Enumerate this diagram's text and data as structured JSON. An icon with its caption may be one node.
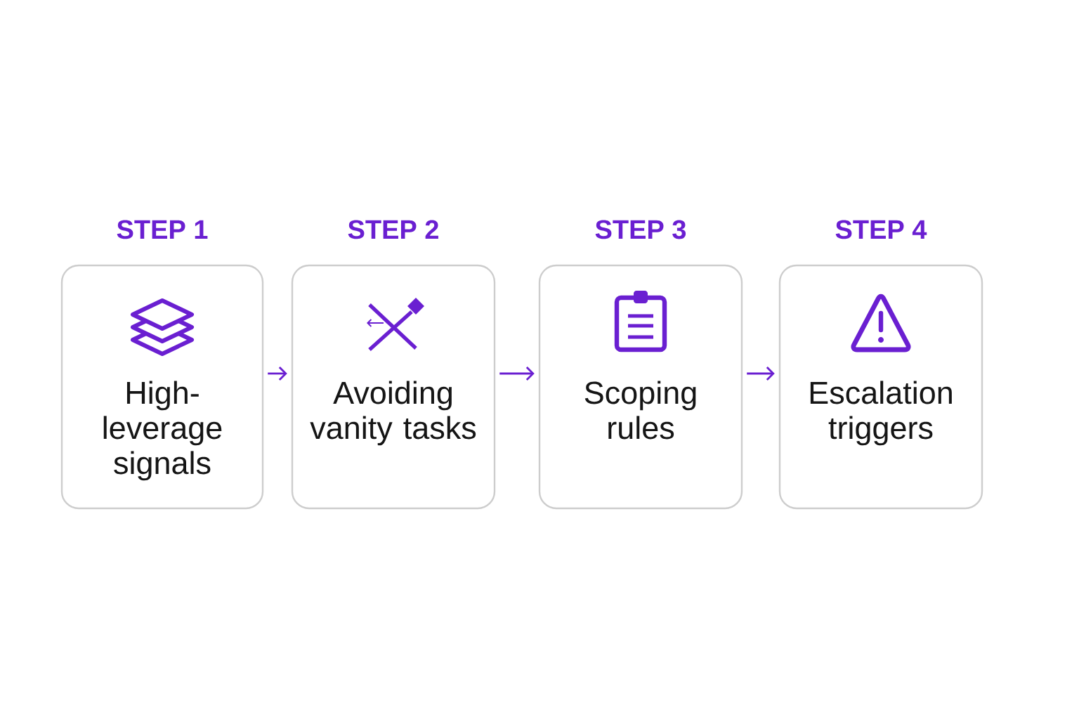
{
  "diagram": {
    "nodes": [
      {
        "text": [
          "STEP 1",
          "High-leverage signals"
        ]
      },
      {
        "text": [
          "STEP 2",
          "Avoiding vanity tasks"
        ]
      },
      {
        "text": [
          "STEP 3",
          "Scoping rules"
        ]
      },
      {
        "text": [
          "STEP 4",
          "Escalation triggers"
        ]
      }
    ],
    "edges": [
      {
        "from": 0,
        "to": 1,
        "arrow": "to"
      },
      {
        "from": 1,
        "to": 2,
        "arrow": "to"
      },
      {
        "from": 2,
        "to": 3,
        "arrow": "to"
      }
    ]
  }
}
